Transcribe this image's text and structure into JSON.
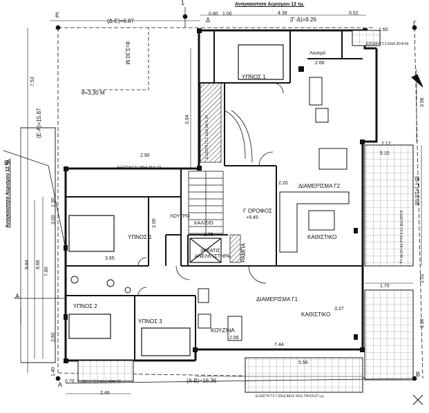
{
  "title_top": "Αναγκαιοτητα Αερισμου 12 τμ.",
  "title_left": "Αναγκαιοτητα Αερισμου 12 τμ.",
  "section_marks": {
    "one": "1",
    "E": "E",
    "Gamma": "Γ",
    "Delta": "Δ",
    "B_left": "B",
    "A_left": "A",
    "A_bottom": "A",
    "B_bottom": "B"
  },
  "dims": {
    "de": "(Δ-Ε)=6.87",
    "gd": "(Γ-Δ)=9.26",
    "ea": "(Ε-Α)=15.87",
    "bg": "(Β-Γ)=16.68",
    "ab": "(Α-Β)=16.36",
    "theta_v": "θ=3,30 Μ",
    "theta_h": "θ=3,30 Μ",
    "d080": "0.80",
    "d100": "1.00",
    "d439": "4.39",
    "d052": "0.52",
    "d160": "1.60",
    "d290": "2.90",
    "d266": "2.66",
    "d394": "3.94",
    "d753": "7.53",
    "d212": "2.12",
    "d356": "3.56",
    "d365": "3.65",
    "d175": "1.75",
    "d130": "1.30",
    "d300": "3.00",
    "d984": "9.84",
    "d866": "8.66",
    "d780": "7.80",
    "d260": "2.60",
    "d200": "2.00",
    "d327": "3.27",
    "d744": "7.44",
    "d556": "5.56",
    "d510": "5.10",
    "d256": "2.56",
    "d070": "0.70",
    "d246": "2.46",
    "d170": "1.70",
    "d202": "2.02",
    "d310": "3.10",
    "d140": "1.40",
    "d220": "2.20"
  },
  "rooms": {
    "ypnos1_top": "ΥΠΝΟΣ 1",
    "loytro_top": "Λουτρό",
    "diam_g2": "ΔΙΑΜΕΡΙΣΜΑ Γ2",
    "kathistiko_g2": "ΚΑΘΙΣΤΙΚΟ",
    "g_orofos": "Γ ΟΡΟΦΟΣ",
    "kathistiko_level": "+9.45",
    "ypnos1": "ΥΠΝΟΣ 1",
    "loytro": "ΛΟΥΤΡΟ",
    "kalpsio": "ΚΑΛ/ΣΙΟ",
    "xreais": "ΧΡΕΑΤΙΣ",
    "anelkysthras": "ΑΝΕΛΚΥΣΤΗΡΑ",
    "rampa": "ΡΑΜΠΑ",
    "diam_g1": "ΔΙΑΜΕΡΙΣΜΑ Γ1",
    "kathistiko_g1": "ΚΑΘΙΣΤΙΚΟ",
    "ypnos2": "ΥΠΝΟΣ 2",
    "ypnos3": "ΥΠΝΟΣ 3",
    "koyzina": "ΚΟΥΖΙΝΑ"
  },
  "eisoxes": {
    "top": "ΕΙΣΟΧΗ Γ2:1.60x5.35=8.56",
    "bottom_left": "ΕΞΩΣΤΗ Γ2:2.45x1.40=3.36",
    "bottom_right": "ΕΞΩΣΤΗ Γ2:7.20x2.66+5.10x1.70=19.67 τ.μ.",
    "right": "ΕΞΩΣΤΗΣ Γ2:5.10x2.46=12.55 τ.μ.",
    "left_mid": "ΕΞΩΣΤΗ Γ2:1.98x0.45=1.23",
    "stair_side": "ΕΞΩΣΤΗ Γ2:1.13x0.99=1.14"
  },
  "colors": {
    "line": "#111111",
    "red": "#b01818",
    "hatch": "#333333"
  }
}
